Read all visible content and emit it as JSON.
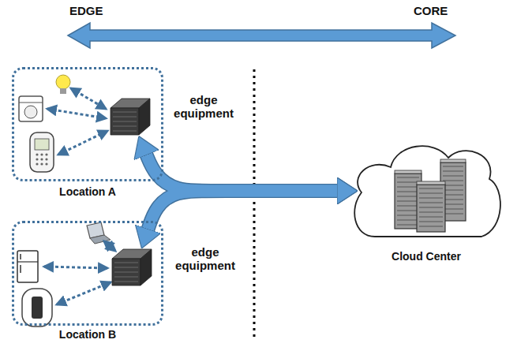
{
  "diagram": {
    "nodes": [
      {
        "text": [
          "Location A"
        ]
      },
      {
        "text": [
          "edge equipment"
        ],
        "in": 0
      },
      {
        "text": [
          "Location B"
        ]
      },
      {
        "text": [
          "edge equipment"
        ],
        "in": 2
      },
      {
        "text": [
          "Cloud Center"
        ]
      }
    ],
    "edges": [
      {
        "from": 1,
        "to": 4,
        "arrow": "both"
      },
      {
        "from": 3,
        "to": 4,
        "arrow": "both"
      }
    ],
    "labels": [
      "EDGE",
      "CORE"
    ]
  }
}
